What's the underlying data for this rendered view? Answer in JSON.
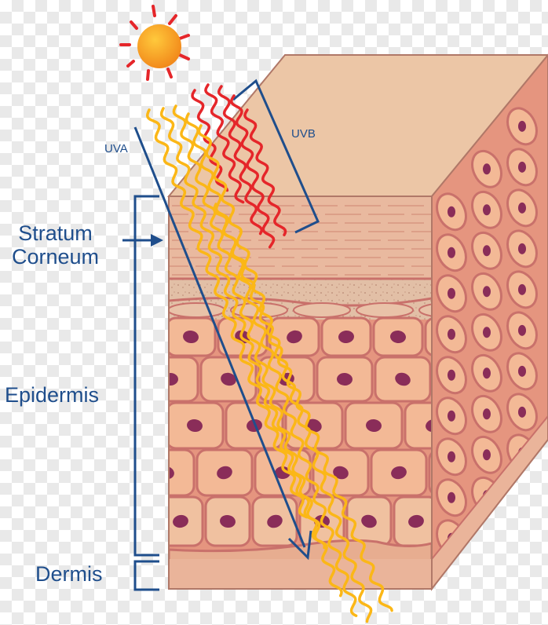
{
  "labels": {
    "uva": "UVA",
    "uvb": "UVB",
    "stratum_corneum": [
      "Stratum",
      "Corneum"
    ],
    "epidermis": "Epidermis",
    "dermis": "Dermis"
  },
  "colors": {
    "label_blue": "#1f4e8c",
    "sun_orange": "#f7941d",
    "uvb_red": "#e5262a",
    "uva_yellow": "#fbb717",
    "skin_top": "#ecc6a6",
    "cell_fill": "#f3b996",
    "cell_border": "#c9716b",
    "nucleus": "#8a2d59",
    "granular_layer": "#dcb39a"
  }
}
